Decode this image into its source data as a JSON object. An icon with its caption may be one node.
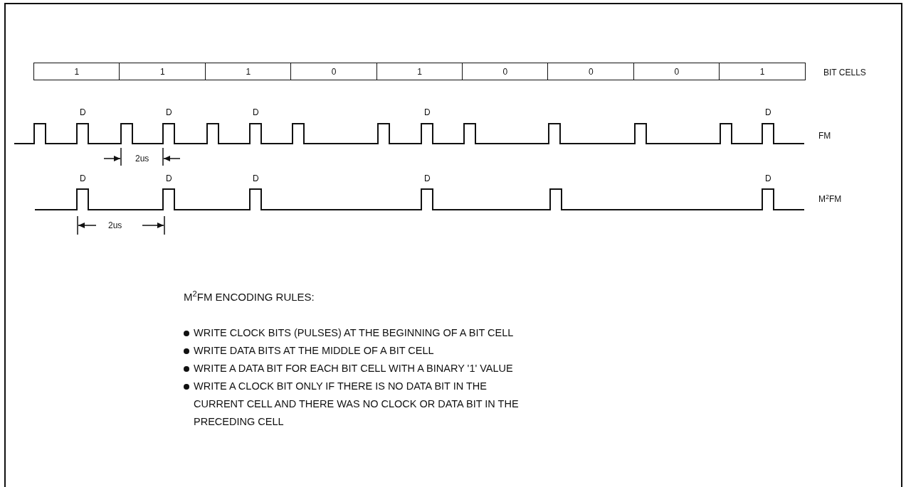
{
  "diagram": {
    "nodes": [
      {
        "text": [
          "1"
        ]
      },
      {
        "text": [
          "1"
        ]
      },
      {
        "text": [
          "1"
        ]
      },
      {
        "text": [
          "0"
        ]
      },
      {
        "text": [
          "1"
        ]
      },
      {
        "text": [
          "0"
        ]
      },
      {
        "text": [
          "0"
        ]
      },
      {
        "text": [
          "0"
        ]
      },
      {
        "text": [
          "1"
        ]
      }
    ],
    "labels": [
      "BIT CELLS",
      "D",
      "D",
      "D",
      "D",
      "D",
      "FM",
      "2us",
      "D",
      "D",
      "D",
      "D",
      "D",
      "M$^{2}$FM",
      "2us",
      "M$^{2}$FM ENCODING RULES:",
      "WRITE CLOCK BITS (PULSES) AT THE BEGINNING OF A BIT CELL",
      "WRITE DATA BITS AT THE MIDDLE OF A BIT CELL",
      "WRITE A DATA BIT FOR EACH BIT CELL WITH A BINARY '1' VALUE",
      "WRITE A CLOCK BIT ONLY IF THERE IS NO DATA BIT IN THE CURRENT CELL AND THERE WAS NO CLOCK OR DATA BIT IN THE PRECEDING CELL"
    ]
  }
}
